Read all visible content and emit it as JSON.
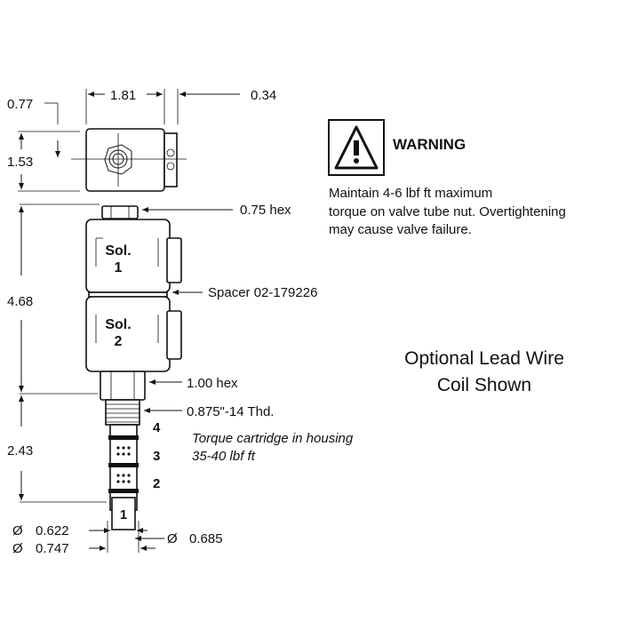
{
  "dimensions": {
    "top_offset": "0.77",
    "top_width": "1.81",
    "top_right": "0.34",
    "top_height": "1.53",
    "overall_height": "4.68",
    "lower_height": "2.43",
    "dia_a_symbol": "Ø",
    "dia_a": "0.622",
    "dia_b_symbol": "Ø",
    "dia_b": "0.747",
    "dia_c_symbol": "Ø",
    "dia_c": "0.685"
  },
  "callouts": {
    "nut_hex": "0.75  hex",
    "spacer": "Spacer 02-179226",
    "body_hex": "1.00  hex",
    "thread": "0.875\"-14 Thd.",
    "torque_line1": "Torque cartridge in housing",
    "torque_line2": "35-40 lbf ft"
  },
  "solenoids": {
    "sol1_line1": "Sol.",
    "sol1_line2": "1",
    "sol2_line1": "Sol.",
    "sol2_line2": "2"
  },
  "ports": [
    "4",
    "3",
    "2",
    "1"
  ],
  "warning": {
    "title": "WARNING",
    "line1": "Maintain 4-6 lbf ft maximum",
    "line2": "torque on valve tube nut. Overtightening",
    "line3": "may cause valve failure."
  },
  "caption": {
    "line1": "Optional Lead Wire",
    "line2": "Coil Shown"
  }
}
